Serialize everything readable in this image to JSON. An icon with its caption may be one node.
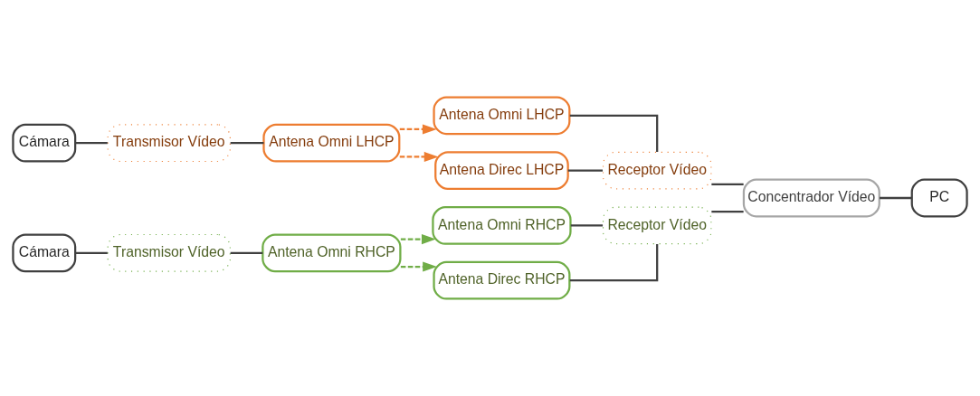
{
  "diagram": {
    "nodes": [
      {
        "text": [
          "Antena Omni RHCP"
        ]
      },
      {
        "text": [
          "Cámara"
        ]
      },
      {
        "text": [
          "Transmisor Vídeo"
        ]
      },
      {
        "text": [
          "Antena Omni RHCP"
        ]
      },
      {
        "text": [
          "Antena Direc RHCP"
        ]
      },
      {
        "text": [
          "Receptor Vídeo"
        ]
      },
      {
        "text": [
          "Concentrador Vídeo"
        ]
      },
      {
        "text": [
          "PC"
        ]
      },
      {
        "text": [
          "Cámara"
        ]
      },
      {
        "text": [
          "Transmisor Vídeo"
        ]
      },
      {
        "text": [
          "Antena Omni LHCP"
        ]
      },
      {
        "text": [
          "Antena Omni LHCP"
        ]
      },
      {
        "text": [
          "Receptor Vídeo"
        ]
      },
      {
        "text": [
          "Antena Direc LHCP"
        ]
      }
    ],
    "edges": [
      {
        "from": 1,
        "to": 2,
        "arrow": "none"
      },
      {
        "from": 2,
        "to": 3,
        "arrow": "none"
      },
      {
        "from": 3,
        "to": 0,
        "arrow": "to",
        "style": "dashed",
        "color": "#70ad47"
      },
      {
        "from": 3,
        "to": 4,
        "arrow": "to",
        "style": "dashed",
        "color": "#70ad47"
      },
      {
        "from": 0,
        "to": 5,
        "arrow": "none"
      },
      {
        "from": 4,
        "to": 5,
        "arrow": "none"
      },
      {
        "from": 5,
        "to": 6,
        "arrow": "none"
      },
      {
        "from": 12,
        "to": 6,
        "arrow": "none"
      },
      {
        "from": 6,
        "to": 7,
        "arrow": "none"
      },
      {
        "from": 8,
        "to": 9,
        "arrow": "none"
      },
      {
        "from": 9,
        "to": 10,
        "arrow": "none"
      },
      {
        "from": 10,
        "to": 11,
        "arrow": "to",
        "style": "dashed",
        "color": "#ed7d31"
      },
      {
        "from": 10,
        "to": 13,
        "arrow": "to",
        "style": "dashed",
        "color": "#ed7d31"
      },
      {
        "from": 11,
        "to": 12,
        "arrow": "none"
      },
      {
        "from": 13,
        "to": 12,
        "arrow": "none"
      }
    ]
  }
}
